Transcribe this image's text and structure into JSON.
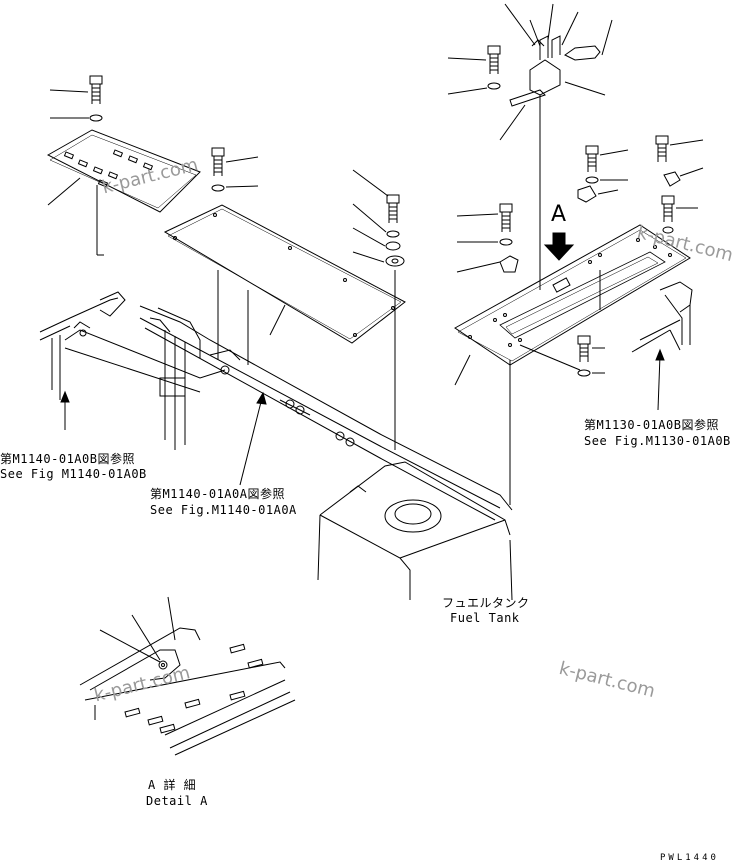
{
  "callouts": {
    "ref_m1140b_jp": "第M1140-01A0B図参照",
    "ref_m1140b_en": "See Fig M1140-01A0B",
    "ref_m1140a_jp": "第M1140-01A0A図参照",
    "ref_m1140a_en": "See Fig.M1140-01A0A",
    "ref_m1130b_jp": "第M1130-01A0B図参照",
    "ref_m1130b_en": "See Fig.M1130-01A0B",
    "fuel_tank_jp": "フュエルタンク",
    "fuel_tank_en": "Fuel Tank",
    "detail_a_jp": "A 詳 細",
    "detail_a_en": "Detail A",
    "view_letter": "A",
    "drawing_ref": "PWL1440"
  },
  "watermarks": [
    "k-part.com",
    "k-part.com",
    "k-part.com",
    "k-part.com"
  ]
}
